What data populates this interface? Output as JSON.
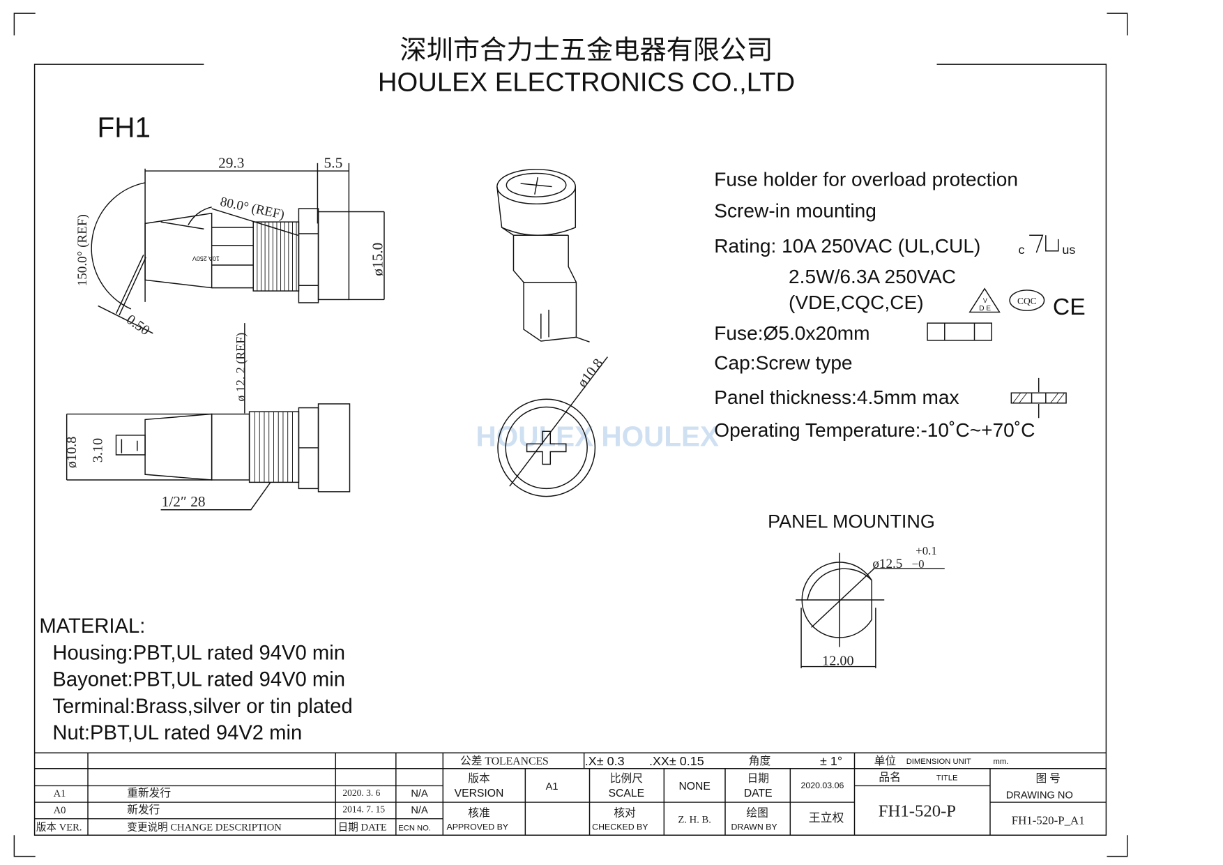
{
  "header": {
    "company_cn": "深圳市合力士五金电器有限公司",
    "company_en": "HOULEX ELECTRONICS CO.,LTD"
  },
  "model": "FH1",
  "watermark": "HOULEX HOULEX",
  "dims": {
    "length": "29.3",
    "cap": "5.5",
    "angle80": "80.0° (REF)",
    "angle150": "150.0° (REF)",
    "dia15": "ø15.0",
    "pin": "0.50",
    "dia122": "ø 12. 2 (REF)",
    "dia108": "ø10.8",
    "term": "3.10",
    "thread": "1/2″  28",
    "dia108b": "ø10.8",
    "body_print1": "10A 250V",
    "panel_dia": "ø12.5",
    "panel_tol_plus": "+0.1",
    "panel_tol_minus": "−0",
    "panel_width": "12.00"
  },
  "specs": {
    "line1": "Fuse holder for overload protection",
    "line2": "Screw-in mounting",
    "line3": "Rating: 10A 250VAC (UL,CUL)",
    "line4": "2.5W/6.3A  250VAC",
    "line5": "(VDE,CQC,CE)",
    "line6": "Fuse:Ø5.0x20mm",
    "line7": "Cap:Screw type",
    "line8": "Panel thickness:4.5mm max",
    "line9": "Operating Temperature:-10˚C~+70˚C"
  },
  "marks": {
    "ul_c": "c",
    "ul_us": "us",
    "vde_v": "V",
    "vde_de": "D E",
    "cqc": "CQC",
    "ce": "CE"
  },
  "panel_mounting": "PANEL MOUNTING",
  "material": {
    "title": "MATERIAL:",
    "items": [
      "Housing:PBT,UL rated 94V0 min",
      "Bayonet:PBT,UL rated 94V0 min",
      "Terminal:Brass,silver or tin plated",
      "Nut:PBT,UL rated 94V2 min"
    ]
  },
  "titleblock": {
    "tol_label": "公差 TOLEANCES",
    "tol_x": ".X± 0.3",
    "tol_xx": ".XX± 0.15",
    "angle_label": "角度",
    "angle_val": "± 1°",
    "unit_cn": "单位",
    "unit_en": "DIMENSION UNIT",
    "unit_val": "mm.",
    "version_cn": "版本",
    "version_en": "VERSION",
    "version_val": "A1",
    "scale_cn": "比例尺",
    "scale_en": "SCALE",
    "scale_val": "NONE",
    "date_cn": "日期",
    "date_en": "DATE",
    "date_val": "2020.03.06",
    "title_cn": "品名",
    "title_en": "TITLE",
    "title_val": "FH1-520-P",
    "dwg_cn": "图 号",
    "dwg_en": "DRAWING NO",
    "dwg_val": "FH1-520-P_A1",
    "approved_cn": "核准",
    "approved_en": "APPROVED BY",
    "checked_cn": "核对",
    "checked_en": "CHECKED BY",
    "checked_val": "Z. H. B.",
    "drawn_cn": "绘图",
    "drawn_en": "DRAWN BY",
    "drawn_val": "王立权",
    "revisions": [
      {
        "ver": "A1",
        "desc": "重新发行",
        "date": "2020. 3. 6",
        "ecn": "N/A"
      },
      {
        "ver": "A0",
        "desc": "新发行",
        "date": "2014. 7. 15",
        "ecn": "N/A"
      }
    ],
    "rev_header": {
      "ver": "版本 VER.",
      "desc": "变更说明 CHANGE DESCRIPTION",
      "date": "日期 DATE",
      "ecn": "ECN NO."
    }
  }
}
